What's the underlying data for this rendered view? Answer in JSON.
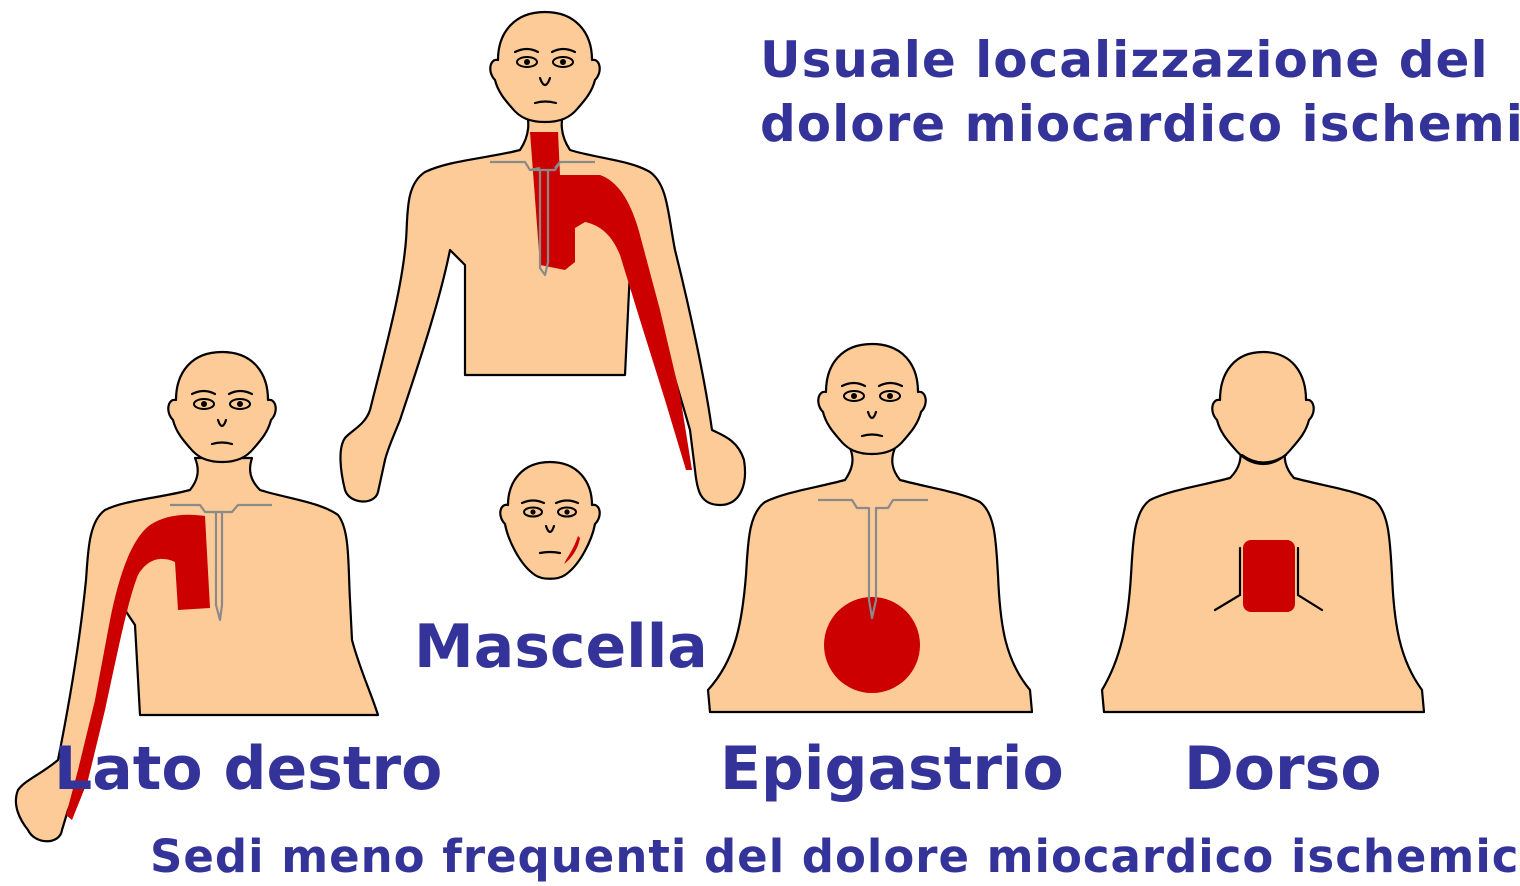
{
  "title": {
    "line1": "Usuale localizzazione del",
    "line2": "dolore miocardico ischemico"
  },
  "labels": {
    "jaw": "Mascella",
    "right_side": "Lato destro",
    "epigastrium": "Epigastrio",
    "back": "Dorso"
  },
  "subtitle": "Sedi meno frequenti del dolore miocardico ischemico",
  "colors": {
    "text": "#33339a",
    "skin": "#fdcb98",
    "pain": "#cc0000",
    "outline": "#000000",
    "bones": "#8a8a8a"
  }
}
